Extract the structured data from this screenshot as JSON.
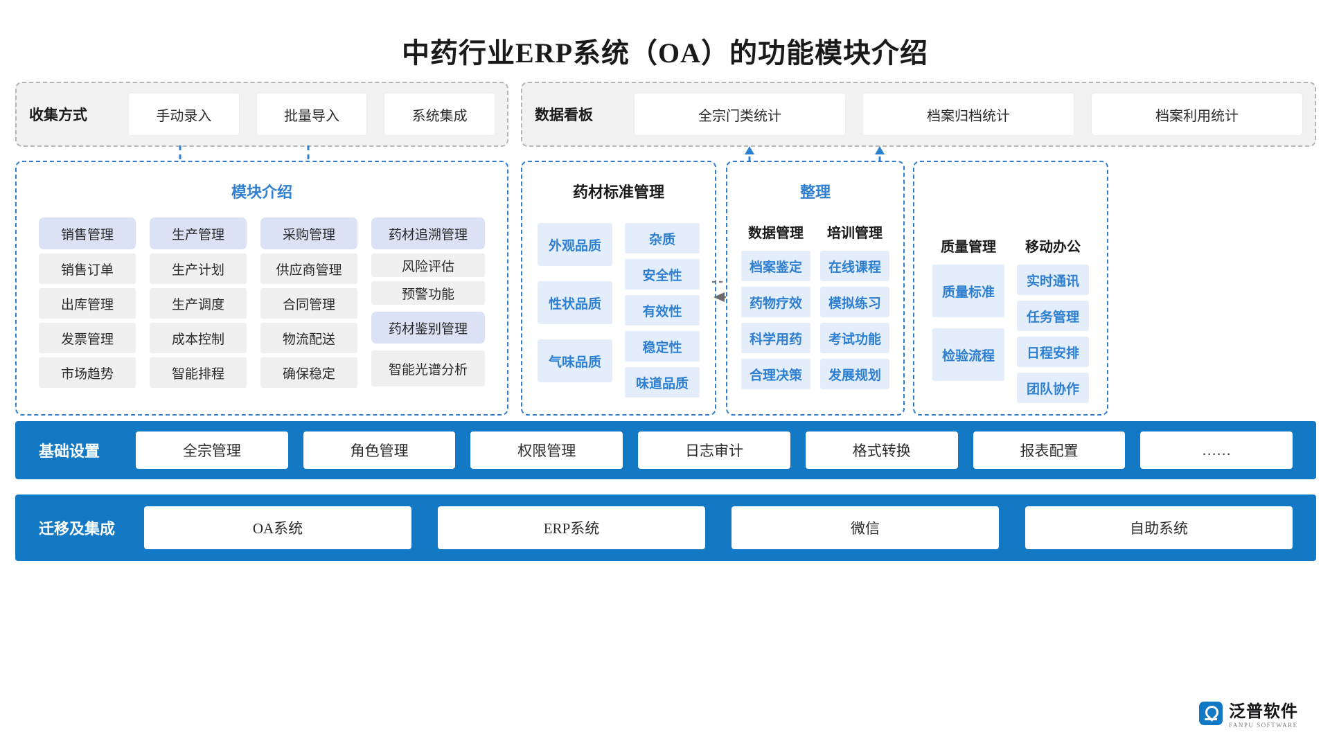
{
  "title": "中药行业ERP系统（OA）的功能模块介绍",
  "colors": {
    "accent_blue": "#2f7fd1",
    "bar_blue": "#1479c4",
    "chip_head": "#dbe2f5",
    "chip_plain": "#f0f0f0",
    "chip_blue": "#e3eefa",
    "dash_gray": "#b5b5b5"
  },
  "collect": {
    "label": "收集方式",
    "items": [
      "手动录入",
      "批量导入",
      "系统集成"
    ]
  },
  "dashboard": {
    "label": "数据看板",
    "items": [
      "全宗门类统计",
      "档案归档统计",
      "档案利用统计"
    ]
  },
  "module_intro": {
    "title": "模块介绍",
    "columns": [
      {
        "head": "销售管理",
        "items": [
          "销售订单",
          "出库管理",
          "发票管理",
          "市场趋势"
        ]
      },
      {
        "head": "生产管理",
        "items": [
          "生产计划",
          "生产调度",
          "成本控制",
          "智能排程"
        ]
      },
      {
        "head": "采购管理",
        "items": [
          "供应商管理",
          "合同管理",
          "物流配送",
          "确保稳定"
        ]
      }
    ],
    "trace_column": {
      "head": "药材追溯管理",
      "items": [
        "风险评估",
        "预警功能"
      ],
      "head2": "药材鉴别管理",
      "items2": [
        "智能光谱分析"
      ]
    }
  },
  "herb_standard": {
    "title": "药材标准管理",
    "col_left": [
      "外观品质",
      "性状品质",
      "气味品质"
    ],
    "col_right": [
      "杂质",
      "安全性",
      "有效性",
      "稳定性",
      "味道品质"
    ]
  },
  "organize": {
    "title": "整理",
    "columns": [
      {
        "head": "数据管理",
        "items": [
          "档案鉴定",
          "药物疗效",
          "科学用药",
          "合理决策"
        ]
      },
      {
        "head": "培训管理",
        "items": [
          "在线课程",
          "模拟练习",
          "考试功能",
          "发展规划"
        ]
      }
    ]
  },
  "quality_mobile": {
    "columns": [
      {
        "head": "质量管理",
        "items": [
          "质量标准",
          "检验流程"
        ],
        "tall": true
      },
      {
        "head": "移动办公",
        "items": [
          "实时通讯",
          "任务管理",
          "日程安排",
          "团队协作"
        ],
        "tall": false
      }
    ]
  },
  "basic_settings": {
    "label": "基础设置",
    "items": [
      "全宗管理",
      "角色管理",
      "权限管理",
      "日志审计",
      "格式转换",
      "报表配置",
      "……"
    ]
  },
  "migration": {
    "label": "迁移及集成",
    "items": [
      "OA系统",
      "ERP系统",
      "微信",
      "自助系统"
    ]
  },
  "branding": {
    "name": "泛普软件",
    "sub": "FANPU SOFTWARE",
    "watermark_name": "泛普软件",
    "watermark_sub": "FANPU SOFTWARE"
  }
}
